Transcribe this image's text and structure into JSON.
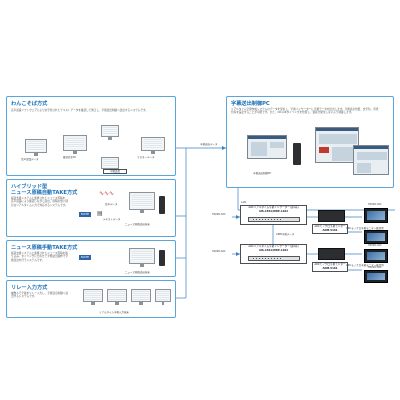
{
  "panels": {
    "wakasugi": {
      "title": "わんこそば方式",
      "desc": "音声認識ソフトウェアにより文字化されたテキストデータを確認して修正し、字幕送出制御へ送出するシステムです。",
      "label_recognition": "音声認識データ",
      "label_check": "確認修正PC",
      "label_master": "マスターデータ",
      "label_output": "字幕送出"
    },
    "hybrid": {
      "title_1": "ハイブリッド型",
      "title_2": "ニュース原稿自動TAKE方式",
      "desc": "報道支援システムと連携されたニュース原稿を、音声認識により確認しながら送出。原稿の無い部分はリアルタイム入力で対応するシステムです。",
      "badge": "MATE",
      "label_voice": "音声データ",
      "label_text": "テキストデータ",
      "label_pc": "ニュース原稿送出端末"
    },
    "news_take": {
      "title": "ニュース原稿手動TAKE方式",
      "desc": "報道支援システムと連携されたニュース原稿を取り込み、タイミングに合わせて手動送出操作で字幕送出を行うシステムです。",
      "badge": "MATE",
      "label_pc": "ニュース原稿送出端末"
    },
    "relay": {
      "title": "リレー入力方式",
      "desc": "複数人で字幕をリレー入力し、字幕送出制御へ送出するシステムです。",
      "label_pc": "リアルタイム字幕入力端末"
    }
  },
  "control": {
    "title": "字幕送出制御PC",
    "desc": "リアルタイム字幕作成システムのデータを受信し、字幕インサーターに字幕データを送出します。字幕表示位置、文字色、背景色等を設定することが可能です。また、ON AIRタイミングを管理し、遅延が発生しないよう制御します。",
    "pc_label": "字幕送出制御PC",
    "link_label": "字幕送出データ",
    "lan_label": "LAN"
  },
  "chain": {
    "sdi_in_1": "HD/SD-SDI",
    "sdi_in_2": "HD/SD-SDI",
    "inserter_1_top": "ARCリアルタイム字幕インサーター(第1系)",
    "inserter_1_name": "AIS-1501/WRP-1102",
    "inserter_2_top": "ARCリアルタイム字幕インサーター(第2系)",
    "inserter_2_name": "AIS-1501/WRP-1102",
    "arib_label": "ARIB字幕データ",
    "mono_1_top": "ARCモノクロ字幕モニター",
    "mono_1_name": "ADM-5101",
    "mono_2_top": "ARCモノクロ字幕モニター",
    "mono_2_name": "ADM-5101",
    "out_1": "HD/SD-SDI",
    "out_2": "HD/SD-SDI",
    "out_3": "HD/SD-SDI",
    "monitor_label_1": "ARCモノクロ字幕モニター確認用",
    "monitor_label_2": "ARCモノクロ字幕モニター確認用"
  },
  "colors": {
    "panel_border": "#5aa6dc",
    "title_blue": "#1a6fb5",
    "wire": "#3b82c4",
    "badge_blue": "#2f64a8"
  }
}
